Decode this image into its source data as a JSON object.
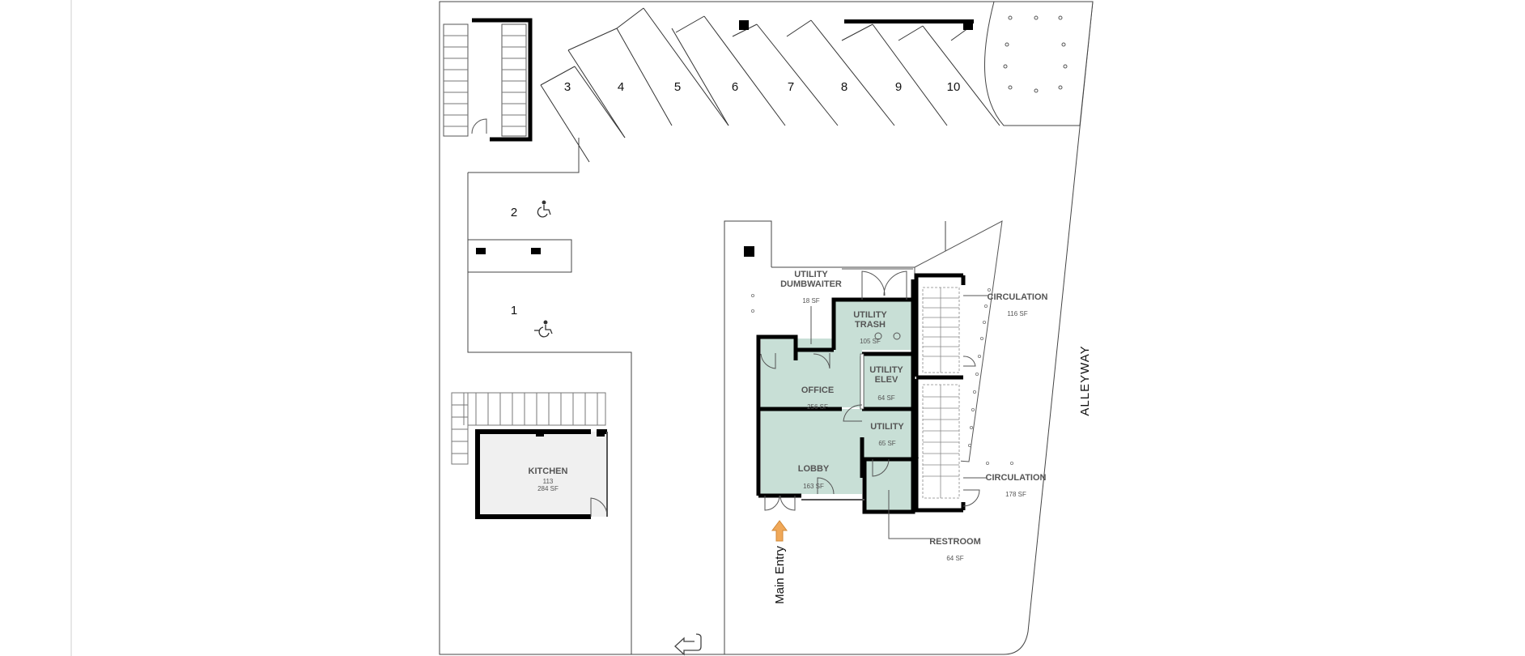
{
  "rooms": {
    "office": {
      "name": "OFFICE",
      "area": "256 SF"
    },
    "lobby": {
      "name": "LOBBY",
      "area": "163 SF"
    },
    "utility_trash": {
      "line1": "UTILITY",
      "line2": "TRASH",
      "area": "105 SF"
    },
    "utility_elev": {
      "line1": "UTILITY",
      "line2": "ELEV",
      "area": "64 SF"
    },
    "utility": {
      "name": "UTILITY",
      "area": "65 SF"
    },
    "utility_dumbwaiter": {
      "line1": "UTILITY",
      "line2": "DUMBWAITER",
      "area": "18 SF"
    },
    "kitchen": {
      "name": "KITCHEN",
      "number": "113",
      "area": "284 SF"
    },
    "restroom": {
      "name": "RESTROOM",
      "area": "64 SF"
    },
    "circulation_north": {
      "name": "CIRCULATION",
      "area": "116 SF"
    },
    "circulation_south": {
      "name": "CIRCULATION",
      "area": "178 SF"
    }
  },
  "parking": {
    "angled_stalls": [
      "3",
      "4",
      "5",
      "6",
      "7",
      "8",
      "9",
      "10"
    ],
    "accessible_stalls": [
      "2",
      "1"
    ]
  },
  "street_label": "ALLEYWAY",
  "main_entry_label": "Main Entry",
  "colors": {
    "room_fill": "#c8dfd6",
    "wall": "#000000",
    "outline": "#444444",
    "entry_arrow": "#f0a858"
  },
  "icons": [
    "accessible-parking-icon",
    "entry-arrow-icon",
    "turn-arrow-icon",
    "column-icon"
  ]
}
